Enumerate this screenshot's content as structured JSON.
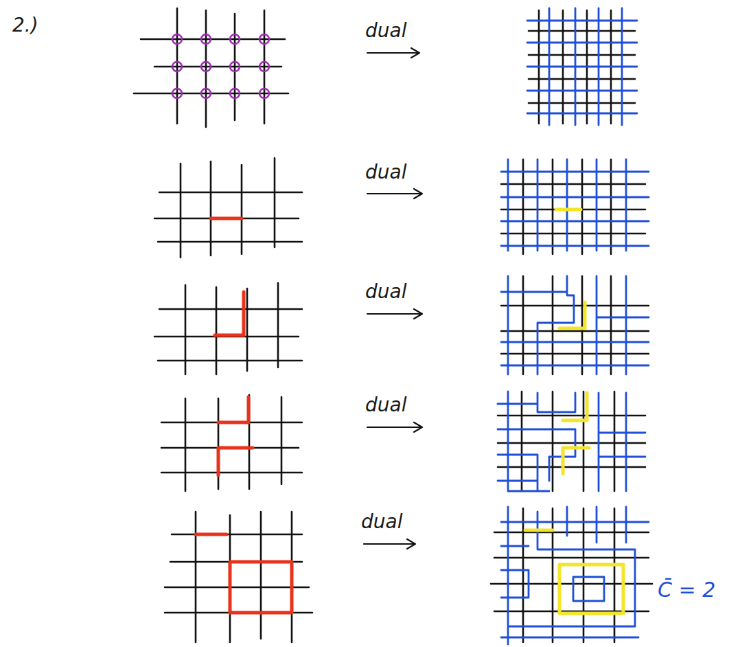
{
  "diagram": {
    "labels": [
      "2.)",
      "dual",
      "dual",
      "dual",
      "dual",
      "dual",
      "C̄ = 2"
    ]
  }
}
